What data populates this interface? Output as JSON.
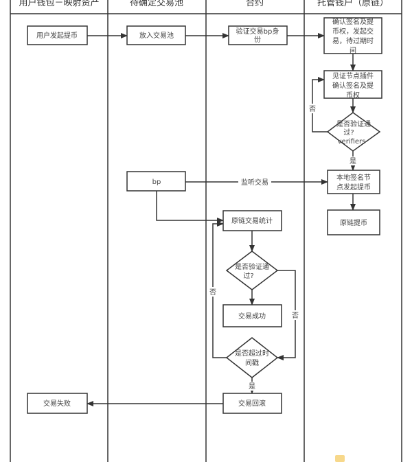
{
  "diagram": {
    "type": "swimlane-flowchart",
    "lanes": [
      {
        "id": "wallet",
        "title": "用户钱包－映射资产"
      },
      {
        "id": "pool",
        "title": "待确定交易池"
      },
      {
        "id": "contract",
        "title": "合约"
      },
      {
        "id": "custody",
        "title": "托管钱户（原链）"
      }
    ],
    "nodes": {
      "user_withdraw": {
        "lane": "wallet",
        "shape": "rect",
        "lines": [
          "用户发起提币"
        ]
      },
      "put_pool": {
        "lane": "pool",
        "shape": "rect",
        "lines": [
          "放入交易池"
        ]
      },
      "verify_bp": {
        "lane": "contract",
        "shape": "rect",
        "lines": [
          "验证交易bp身",
          "份"
        ]
      },
      "confirm_sig": {
        "lane": "custody",
        "shape": "rect",
        "lines": [
          "确认签名及提",
          "币权，发起交",
          "易，待过期时",
          "间"
        ]
      },
      "witness_plugin": {
        "lane": "custody",
        "shape": "rect",
        "lines": [
          "见证节点插件",
          "确认签名及提",
          "币权"
        ]
      },
      "verify_pass_1": {
        "lane": "custody",
        "shape": "diamond",
        "lines": [
          "是否验证通",
          "过?",
          "verifiers"
        ]
      },
      "local_sign": {
        "lane": "custody",
        "shape": "rect",
        "lines": [
          "本地签名节",
          "点发起提币"
        ]
      },
      "origin_withdraw": {
        "lane": "custody",
        "shape": "rect",
        "lines": [
          "原链提币"
        ]
      },
      "bp": {
        "lane": "pool",
        "shape": "rect",
        "lines": [
          "bp"
        ]
      },
      "origin_stats": {
        "lane": "contract",
        "shape": "rect",
        "lines": [
          "原链交易统计"
        ]
      },
      "verify_pass_2": {
        "lane": "contract",
        "shape": "diamond",
        "lines": [
          "是否验证通",
          "过?"
        ]
      },
      "tx_success": {
        "lane": "contract",
        "shape": "rect",
        "lines": [
          "交易成功"
        ]
      },
      "timeout_check": {
        "lane": "contract",
        "shape": "diamond",
        "lines": [
          "是否超过时",
          "间戳"
        ]
      },
      "tx_rollback": {
        "lane": "contract",
        "shape": "rect",
        "lines": [
          "交易回滚"
        ]
      },
      "tx_fail": {
        "lane": "wallet",
        "shape": "rect",
        "lines": [
          "交易失败"
        ]
      }
    },
    "edges": [
      {
        "from": "user_withdraw",
        "to": "put_pool",
        "label": ""
      },
      {
        "from": "put_pool",
        "to": "verify_bp",
        "label": ""
      },
      {
        "from": "verify_bp",
        "to": "confirm_sig",
        "label": ""
      },
      {
        "from": "confirm_sig",
        "to": "witness_plugin",
        "label": ""
      },
      {
        "from": "witness_plugin",
        "to": "verify_pass_1",
        "label": ""
      },
      {
        "from": "verify_pass_1",
        "to": "witness_plugin",
        "label": "否"
      },
      {
        "from": "verify_pass_1",
        "to": "local_sign",
        "label": "是"
      },
      {
        "from": "bp",
        "to": "local_sign",
        "label": "监听交易"
      },
      {
        "from": "local_sign",
        "to": "origin_withdraw",
        "label": ""
      },
      {
        "from": "bp",
        "to": "origin_stats",
        "label": ""
      },
      {
        "from": "origin_stats",
        "to": "verify_pass_2",
        "label": ""
      },
      {
        "from": "verify_pass_2",
        "to": "tx_success",
        "label": ""
      },
      {
        "from": "verify_pass_2",
        "to": "timeout_check",
        "label": "否"
      },
      {
        "from": "timeout_check",
        "to": "origin_stats",
        "label": "否"
      },
      {
        "from": "timeout_check",
        "to": "tx_rollback",
        "label": "是"
      },
      {
        "from": "tx_rollback",
        "to": "tx_fail",
        "label": ""
      }
    ],
    "colors": {
      "stroke": "#333333",
      "text": "#444444",
      "background": "#ffffff"
    }
  }
}
